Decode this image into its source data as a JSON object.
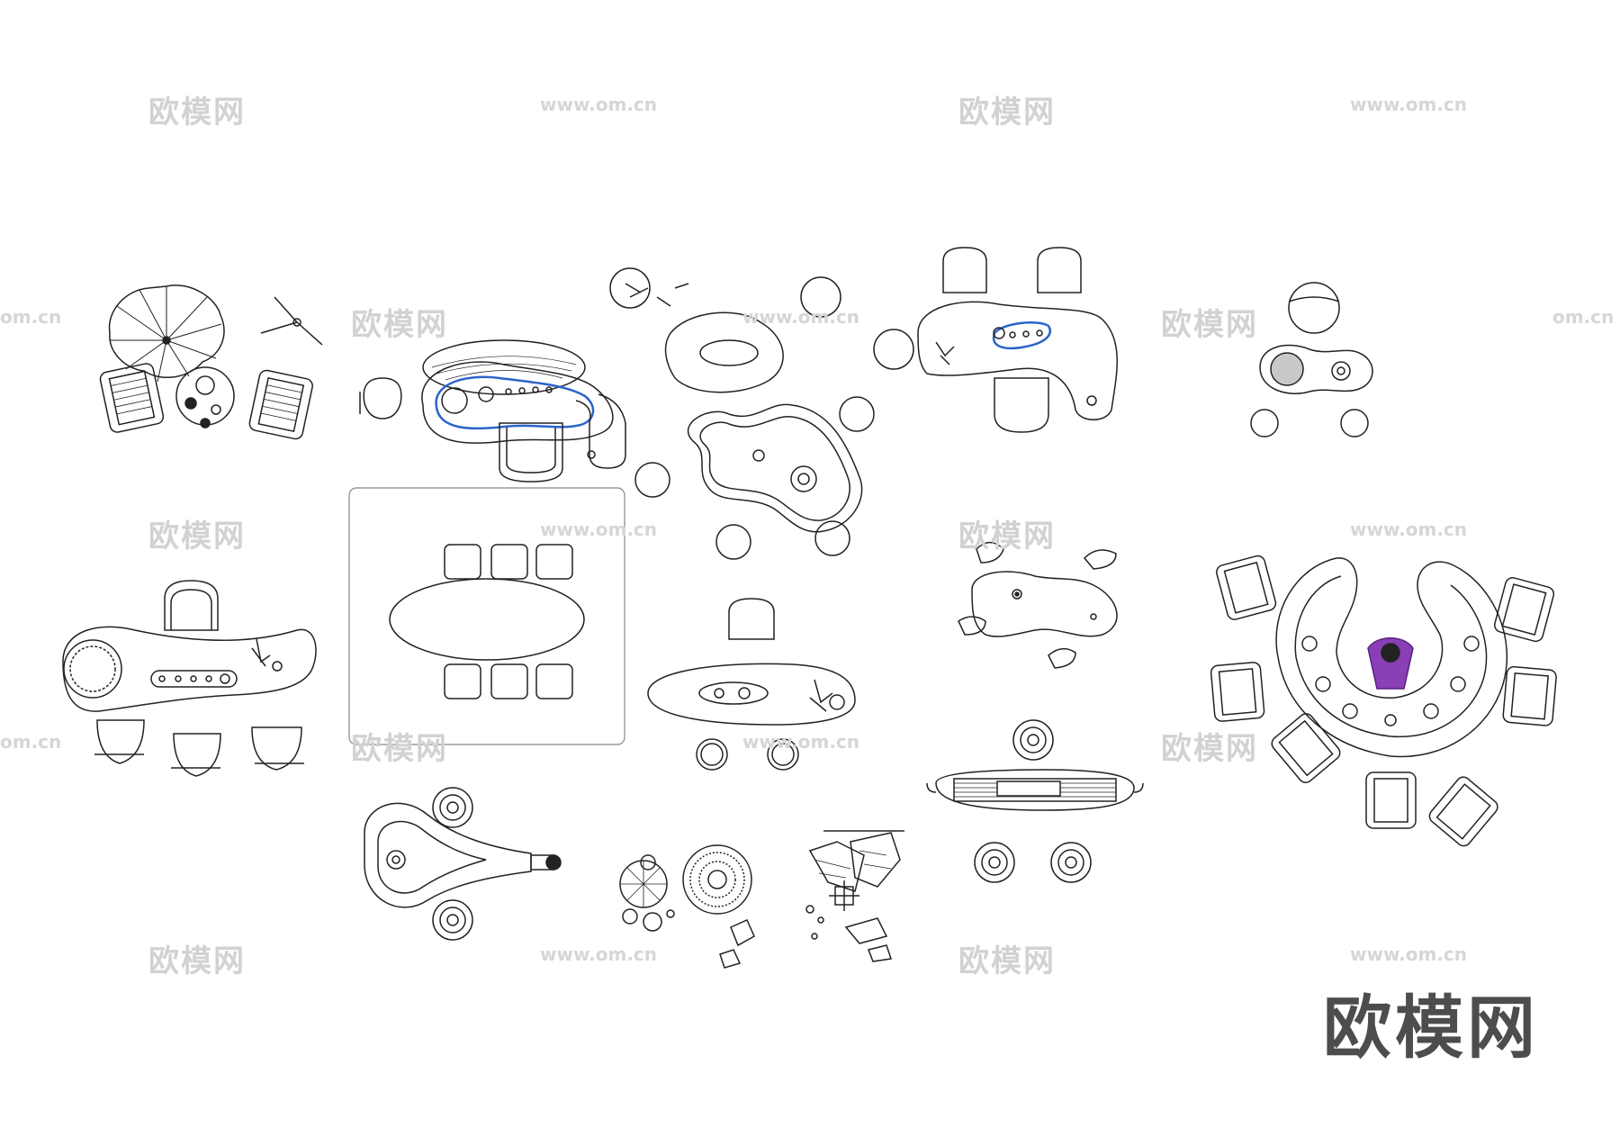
{
  "watermark": {
    "logo_text": "欧模网",
    "url_text": "www.om.cn",
    "edge_text": "om.cn"
  },
  "brand": {
    "text": "欧模网"
  },
  "colors": {
    "line": "#222222",
    "accent_blue": "#2b63c9",
    "person_purple": "#8a3fb6",
    "watermark": "#d2d2d2",
    "brand": "#4d4d4d"
  },
  "icons": [
    "umbrella-icon",
    "armchair-icon",
    "tea-table-icon",
    "stool-icon",
    "plant-icon",
    "rock-icon",
    "person-icon",
    "fan-icon"
  ]
}
